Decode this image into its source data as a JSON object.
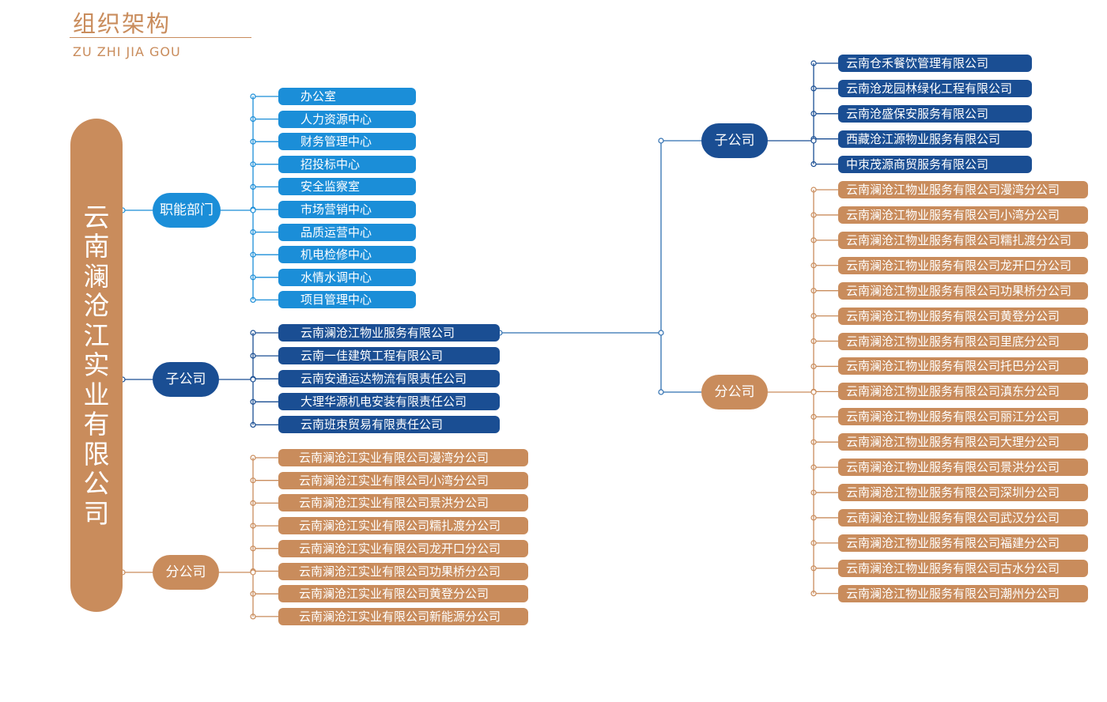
{
  "header": {
    "title": "组织架构",
    "subtitle": "ZU ZHI JIA GOU"
  },
  "root": {
    "label": "云南澜沧江实业有限公司"
  },
  "groups": {
    "departments": {
      "label": "职能部门",
      "items": [
        "办公室",
        "人力资源中心",
        "财务管理中心",
        "招投标中心",
        "安全监察室",
        "市场营销中心",
        "品质运营中心",
        "机电检修中心",
        "水情水调中心",
        "项目管理中心"
      ]
    },
    "subsidiaries": {
      "label": "子公司",
      "items": [
        "云南澜沧江物业服务有限公司",
        "云南一佳建筑工程有限公司",
        "云南安通运达物流有限责任公司",
        "大理华源机电安装有限责任公司",
        "云南班朿贸易有限责任公司"
      ]
    },
    "branches": {
      "label": "分公司",
      "items": [
        "云南澜沧江实业有限公司漫湾分公司",
        "云南澜沧江实业有限公司小湾分公司",
        "云南澜沧江实业有限公司景洪分公司",
        "云南澜沧江实业有限公司糯扎渡分公司",
        "云南澜沧江实业有限公司龙开口分公司",
        "云南澜沧江实业有限公司功果桥分公司",
        "云南澜沧江实业有限公司黄登分公司",
        "云南澜沧江实业有限公司新能源分公司"
      ]
    },
    "property_subsidiaries": {
      "label": "子公司",
      "items": [
        "云南仓禾餐饮管理有限公司",
        "云南沧龙园林绿化工程有限公司",
        "云南沧盛保安服务有限公司",
        "西藏沧江源物业服务有限公司",
        "中朿茂源商贸服务有限公司"
      ]
    },
    "property_branches": {
      "label": "分公司",
      "items": [
        "云南澜沧江物业服务有限公司漫湾分公司",
        "云南澜沧江物业服务有限公司小湾分公司",
        "云南澜沧江物业服务有限公司糯扎渡分公司",
        "云南澜沧江物业服务有限公司龙开口分公司",
        "云南澜沧江物业服务有限公司功果桥分公司",
        "云南澜沧江物业服务有限公司黄登分公司",
        "云南澜沧江物业服务有限公司里底分公司",
        "云南澜沧江物业服务有限公司托巴分公司",
        "云南澜沧江物业服务有限公司滇东分公司",
        "云南澜沧江物业服务有限公司丽江分公司",
        "云南澜沧江物业服务有限公司大理分公司",
        "云南澜沧江物业服务有限公司景洪分公司",
        "云南澜沧江物业服务有限公司深圳分公司",
        "云南澜沧江物业服务有限公司武汉分公司",
        "云南澜沧江物业服务有限公司福建分公司",
        "云南澜沧江物业服务有限公司古水分公司",
        "云南澜沧江物业服务有限公司潮州分公司"
      ]
    }
  },
  "colors": {
    "tan": "#c98c5c",
    "light_blue": "#1b8ed8",
    "dark_blue": "#1a4e93",
    "line_blue": "#2f6fb0"
  }
}
